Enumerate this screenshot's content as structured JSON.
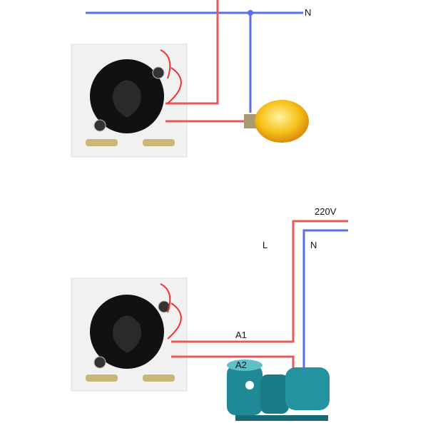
{
  "top_diagram": {
    "neutral_label": "N"
  },
  "bottom_diagram": {
    "supply_label": "220V",
    "live_label": "L",
    "neutral_label": "N",
    "terminal_a1": "A1",
    "terminal_a2": "A2"
  },
  "colors": {
    "live": "#e85a5a",
    "neutral": "#5a6ee8",
    "plate": "#f1f1f1",
    "dial": "#111111",
    "bulb": "#f7c21a",
    "pump": "#1f8a96"
  }
}
